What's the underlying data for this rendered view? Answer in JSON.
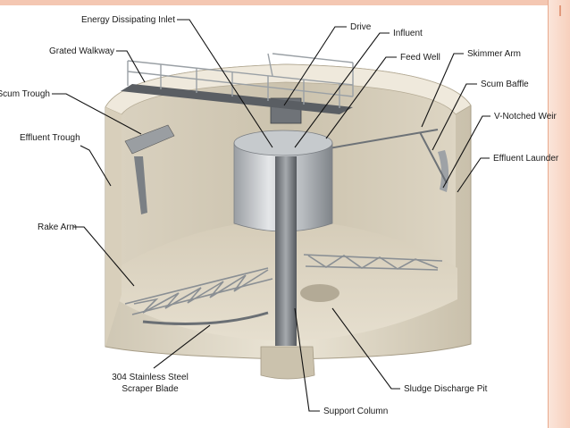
{
  "labels": {
    "energy_dissipating_inlet": "Energy Dissipating Inlet",
    "drive": "Drive",
    "influent": "Influent",
    "grated_walkway": "Grated Walkway",
    "feed_well": "Feed Well",
    "skimmer_arm": "Skimmer Arm",
    "scum_trough": "Scum Trough",
    "scum_baffle": "Scum Baffle",
    "v_notched_weir": "V-Notched Weir",
    "effluent_trough": "Effluent Trough",
    "effluent_launder": "Effluent Launder",
    "rake_arm": "Rake Arm",
    "scraper_blade_line1": "304 Stainless Steel",
    "scraper_blade_line2": "Scraper Blade",
    "sludge_discharge_pit": "Sludge Discharge Pit",
    "support_column": "Support Column"
  },
  "colors": {
    "concrete": "#e3dccb",
    "concrete_shadow": "#bdb39f",
    "steel": "#8e9296",
    "steel_dark": "#4f5357",
    "frame_accent": "#f4c7b2"
  }
}
